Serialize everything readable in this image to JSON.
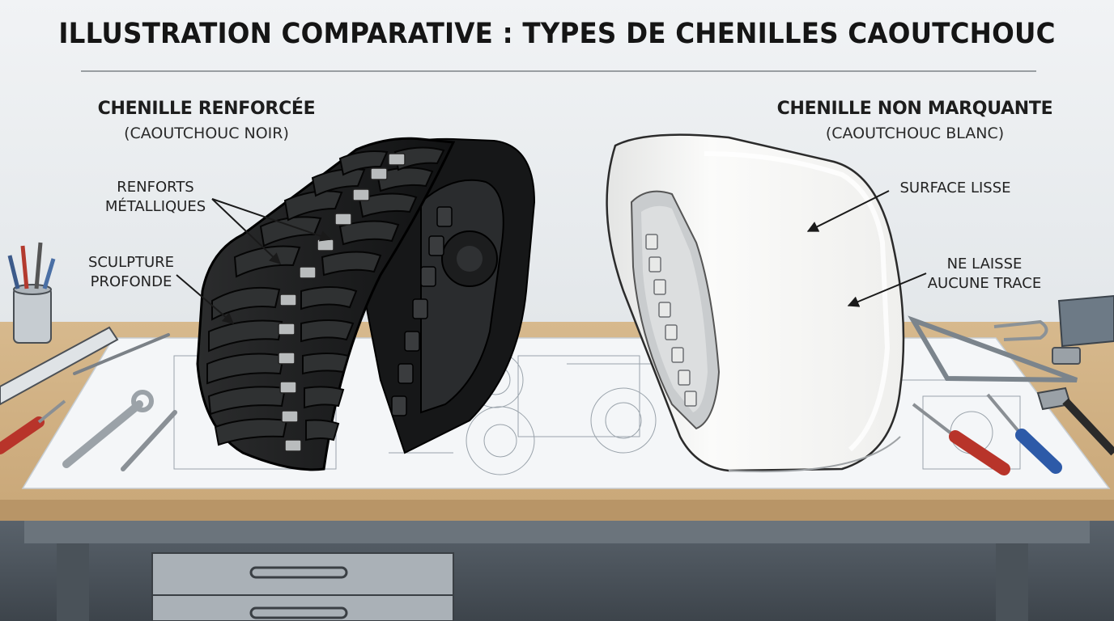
{
  "title": "ILLUSTRATION COMPARATIVE : TYPES DE CHENILLES CAOUTCHOUC",
  "left_track": {
    "heading": "CHENILLE RENFORCÉE",
    "subheading": "(CAOUTCHOUC NOIR)",
    "callout_reinforcement_line1": "RENFORTS",
    "callout_reinforcement_line2": "MÉTALLIQUES",
    "callout_tread_line1": "SCULPTURE",
    "callout_tread_line2": "PROFONDE",
    "color": "#1f2021"
  },
  "right_track": {
    "heading": "CHENILLE NON MARQUANTE",
    "subheading": "(CAOUTCHOUC BLANC)",
    "callout_surface": "SURFACE LISSE",
    "callout_trace_line1": "NE LAISSE",
    "callout_trace_line2": "AUCUNE TRACE",
    "color": "#f7f7f5"
  }
}
